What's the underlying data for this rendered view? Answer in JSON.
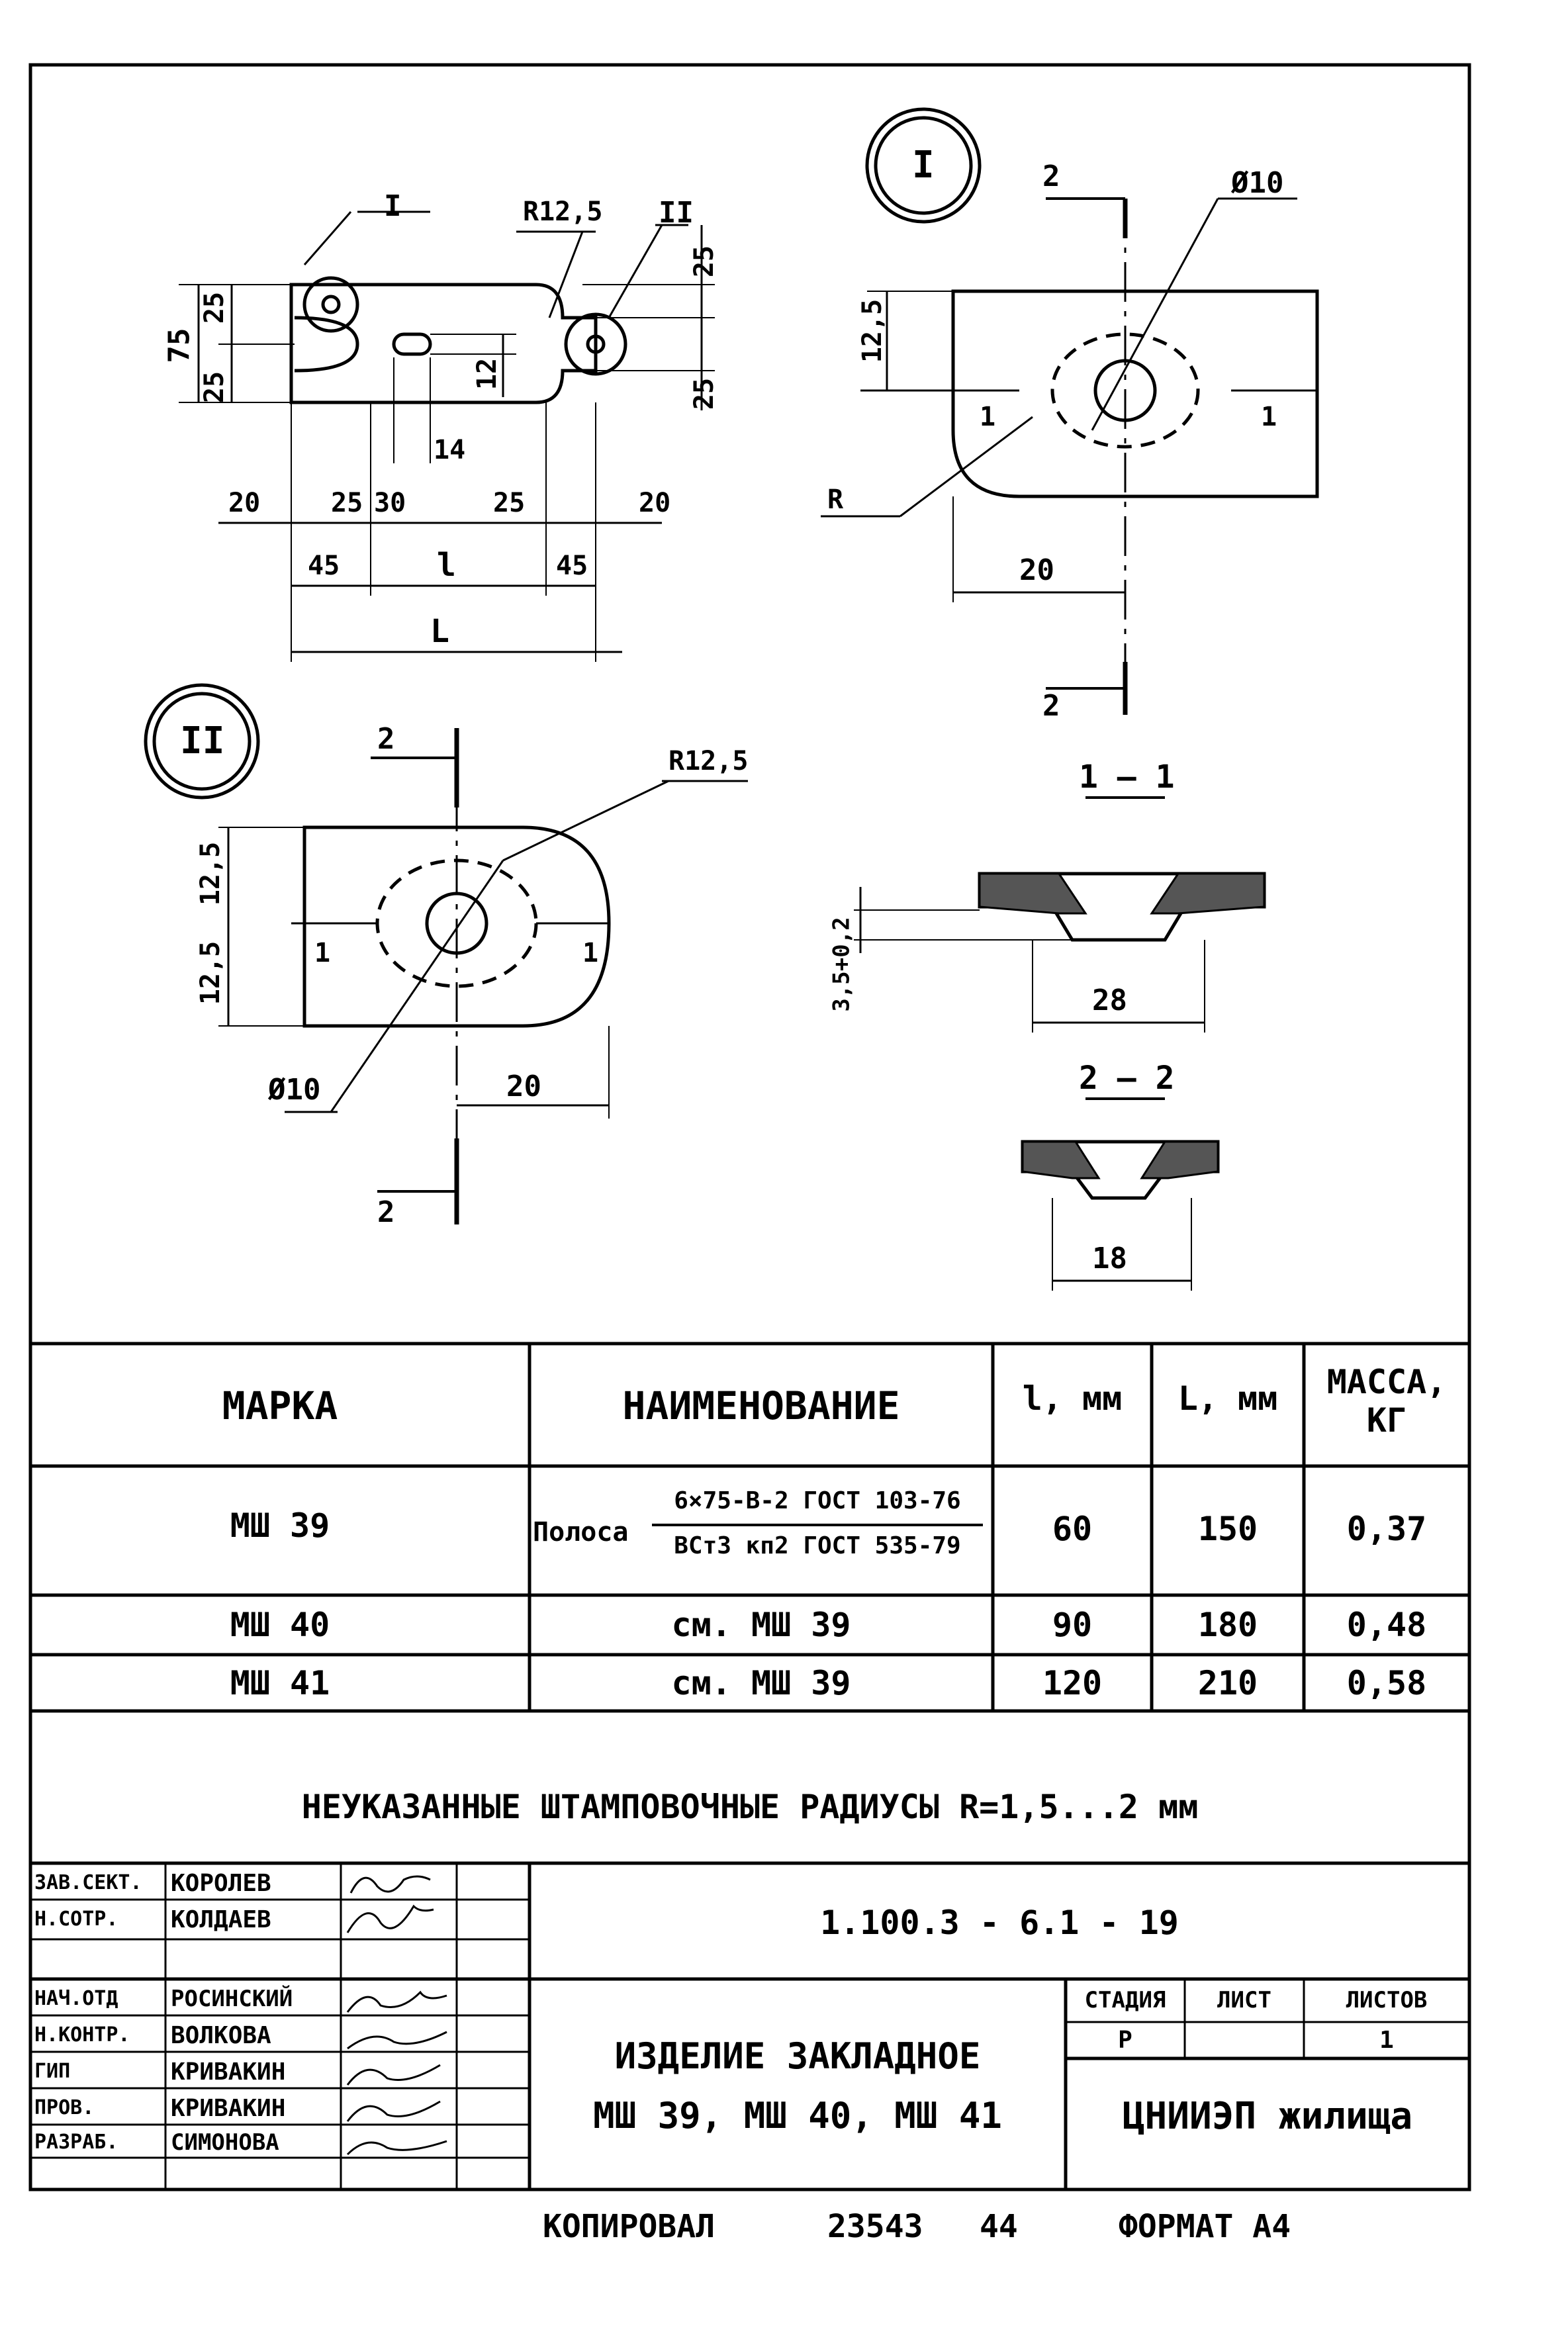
{
  "drawing": {
    "plan_dims": {
      "d75": "75",
      "d25a": "25",
      "d25b": "25",
      "d25c": "25",
      "d25d": "25",
      "d12": "12",
      "d14": "14",
      "r125": "R12,5",
      "callout_1": "I",
      "callout_2": "II",
      "d20a": "20",
      "d25e": "25",
      "d30": "30",
      "d25f": "25",
      "d20b": "20",
      "d45a": "45",
      "l": "l",
      "d45b": "45",
      "L": "L"
    },
    "detail_1": {
      "marker": "I",
      "section": "2",
      "section_b": "2",
      "phi": "Ø10",
      "d125": "12,5",
      "r": "R",
      "d20": "20",
      "cut_a": "1",
      "cut_b": "1"
    },
    "detail_2": {
      "marker": "II",
      "section": "2",
      "section_b": "2",
      "phi": "Ø10",
      "r125": "R12,5",
      "d125a": "12,5",
      "d125b": "12,5",
      "d20": "20",
      "cut_a": "1",
      "cut_b": "1"
    },
    "section_11": {
      "title": "1 – 1",
      "thickness": "3,5+0,2",
      "width": "28"
    },
    "section_22": {
      "title": "2 – 2",
      "width": "18"
    }
  },
  "table": {
    "headers": {
      "mark": "МАРКА",
      "name": "НАИМЕНОВАНИЕ",
      "l": "l, мм",
      "L": "L, мм",
      "mass": "МАССА, КГ"
    },
    "rows": [
      {
        "mark": "МШ 39",
        "name_prefix": "Полоса",
        "name_top": "6×75-В-2 ГОСТ 103-76",
        "name_bottom": "ВСт3 кп2 ГОСТ 535-79",
        "l": "60",
        "L": "150",
        "mass": "0,37"
      },
      {
        "mark": "МШ 40",
        "name": "см. МШ 39",
        "l": "90",
        "L": "180",
        "mass": "0,48"
      },
      {
        "mark": "МШ 41",
        "name": "см. МШ 39",
        "l": "120",
        "L": "210",
        "mass": "0,58"
      }
    ]
  },
  "note": "НЕУКАЗАННЫЕ ШТАМПОВОЧНЫЕ РАДИУСЫ R=1,5...2 мм",
  "title_block": {
    "people": [
      {
        "role": "ЗАВ.СЕКТ.",
        "name": "КОРОЛЕВ"
      },
      {
        "role": "Н.СОТР.",
        "name": "КОЛДАЕВ"
      },
      {
        "role": "",
        "name": ""
      },
      {
        "role": "НАЧ.ОТД",
        "name": "РОСИНСКИЙ"
      },
      {
        "role": "Н.КОНТР.",
        "name": "ВОЛКОВА"
      },
      {
        "role": "ГИП",
        "name": "КРИВАКИН"
      },
      {
        "role": "ПРОВ.",
        "name": "КРИВАКИН"
      },
      {
        "role": "РАЗРАБ.",
        "name": "СИМОНОВА"
      }
    ],
    "doc_number": "1.100.3 - 6.1 - 19",
    "title_line1": "ИЗДЕЛИЕ ЗАКЛАДНОЕ",
    "title_line2": "МШ 39, МШ 40, МШ 41",
    "stage_header": "СТАДИЯ",
    "sheet_header": "ЛИСТ",
    "sheets_header": "ЛИСТОВ",
    "stage": "Р",
    "sheet": "",
    "sheets": "1",
    "org": "ЦНИИЭП жилища"
  },
  "footer": {
    "copied": "КОПИРОВАЛ",
    "num1": "23543",
    "num2": "44",
    "format": "ФОРМАТ А4"
  }
}
